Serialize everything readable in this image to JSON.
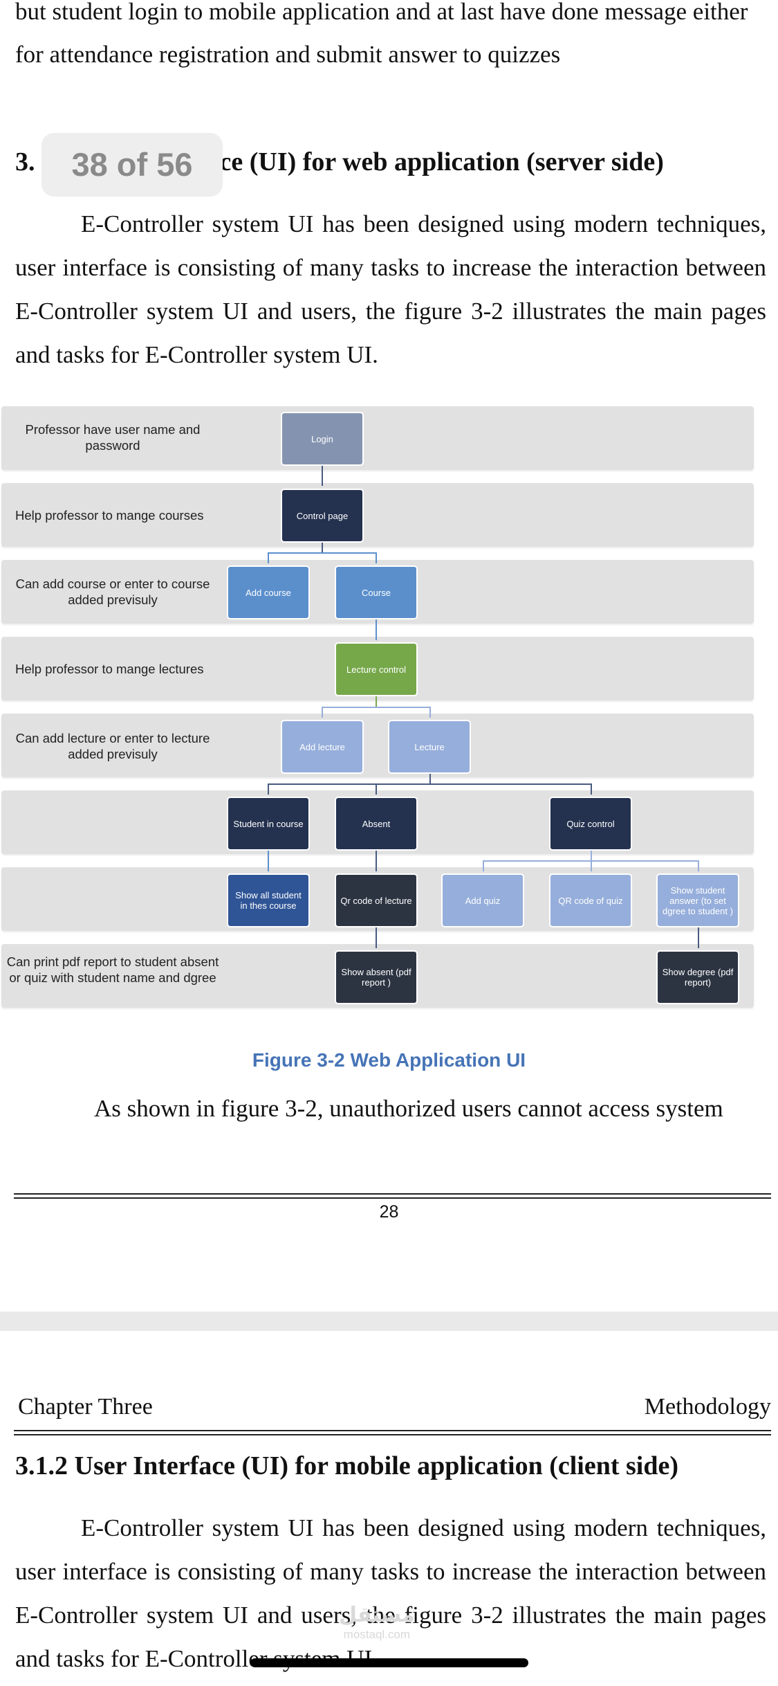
{
  "page1": {
    "top_text": [
      "but student login to mobile application and at last have done message either",
      "for attendance registration and submit answer to quizzes"
    ],
    "heading_prefix": "3.",
    "heading_suffix": "ace (UI) for web application (server side)",
    "page_badge": "38 of 56",
    "para": "E-Controller system UI has been designed using modern techniques, user interface is consisting of many tasks to increase the interaction between E-Controller system UI and users, the figure 3-2 illustrates the main pages and tasks for E-Controller system UI.",
    "bands": [
      "Professor have user name and password",
      "Help professor to mange courses",
      "Can add course or enter to course added previsuly",
      "Help professor to mange lectures",
      "Can add lecture or enter to lecture added previsuly",
      "",
      "",
      "Can print pdf report to student absent or quiz with student name and dgree"
    ],
    "nodes": {
      "login": "Login",
      "control_page": "Control page",
      "add_course": "Add course",
      "course": "Course",
      "lecture_control": "Lecture control",
      "add_lecture": "Add lecture",
      "lecture": "Lecture",
      "student_in_course": "Student in course",
      "absent": "Absent",
      "quiz_control": "Quiz control",
      "show_all_student": "Show all student in thes course",
      "qr_code_lecture": "Qr code of lecture",
      "add_quiz": "Add quiz",
      "qr_code_quiz": "QR code of quiz",
      "show_student_answer": "Show student answer (to set dgree to student )",
      "show_absent": "Show absent (pdf report )",
      "show_degree": "Show degree (pdf report)"
    },
    "caption": "Figure 3-2 Web Application UI",
    "after_text": "As shown in figure 3-2, unauthorized users cannot access system",
    "page_number": "28"
  },
  "page2": {
    "header_left": "Chapter Three",
    "header_right": "Methodology",
    "heading": "3.1.2 User Interface (UI) for mobile application (client side)",
    "para": "E-Controller system UI has been designed using modern techniques, user interface is consisting of many tasks to increase the interaction between E-Controller system UI and users, the figure 3-2 illustrates the main pages and tasks for E-Controller system UI."
  },
  "watermark": {
    "top": "مستقل",
    "bottom": "mostaql.com"
  }
}
